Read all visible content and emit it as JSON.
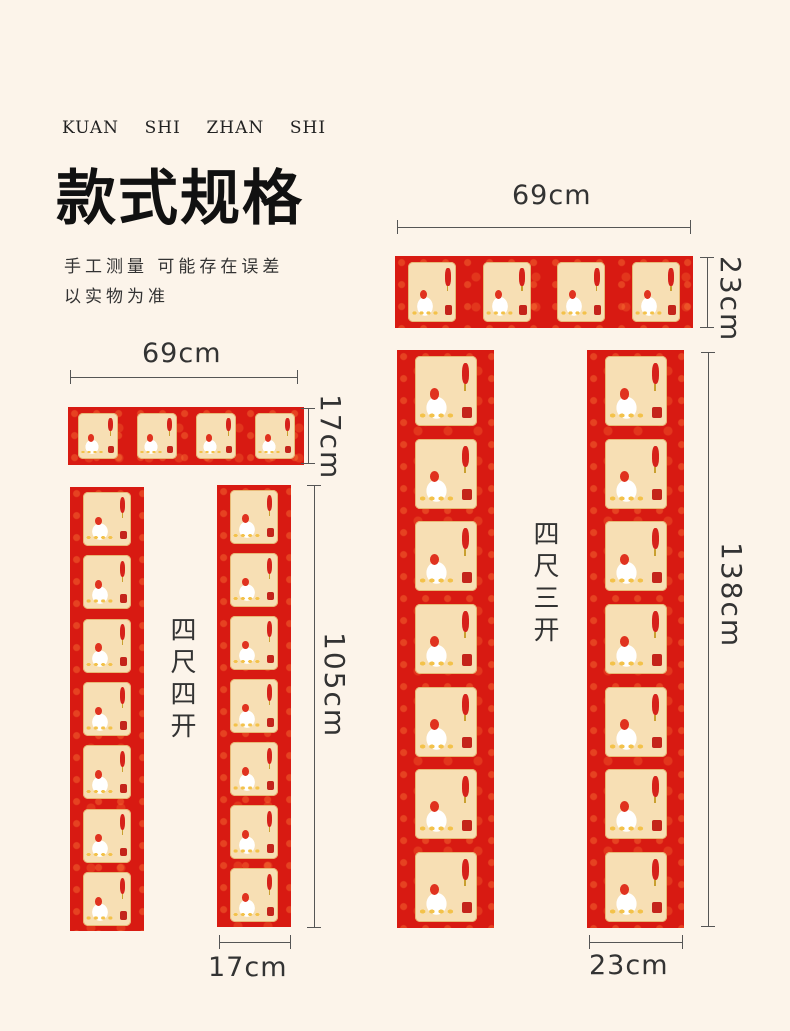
{
  "header": {
    "pinyin": "KUAN    SHI    ZHAN    SHI",
    "title": "款式规格",
    "note_line1": "手工测量 可能存在误差",
    "note_line2": "以实物为准"
  },
  "small_set": {
    "horizontal_width": "69cm",
    "horizontal_height": "17cm",
    "vertical_length": "105cm",
    "vertical_width": "17cm",
    "name": "四尺四开"
  },
  "large_set": {
    "horizontal_width": "69cm",
    "horizontal_height": "23cm",
    "vertical_length": "138cm",
    "vertical_width": "23cm",
    "name": "四尺三开"
  },
  "colors": {
    "strip_red": "#d81a12",
    "panel_cream": "#f7dfb4",
    "background": "#fcf4ea"
  }
}
